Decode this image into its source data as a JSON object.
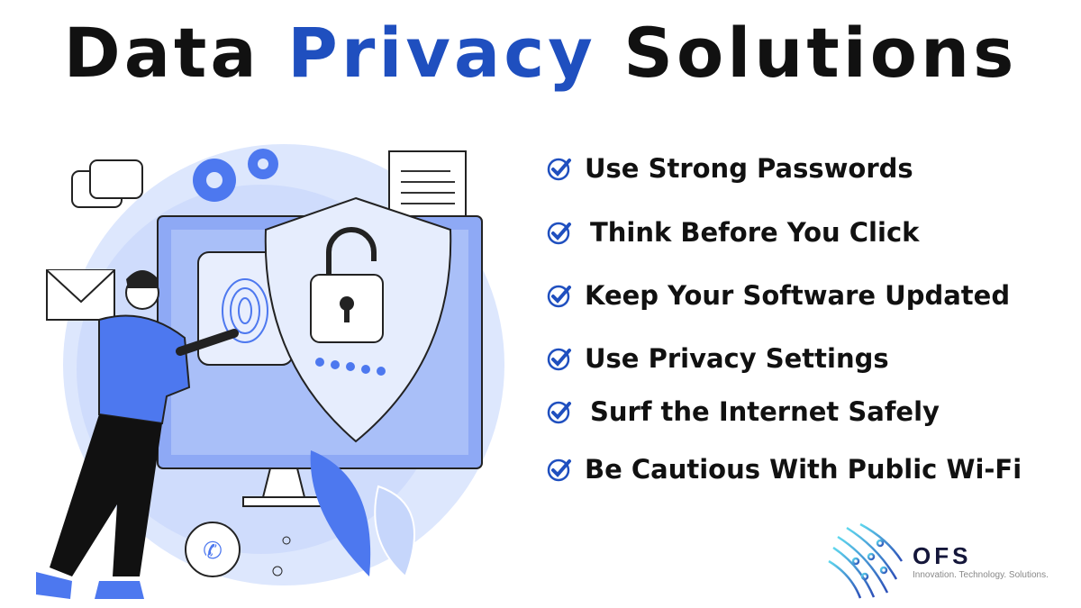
{
  "title": {
    "part1": "Data",
    "part2": "Privacy",
    "part3": "Solutions"
  },
  "tips": [
    "Use Strong Passwords",
    "Think Before You Click",
    "Keep Your Software Updated",
    "Use Privacy Settings",
    "Surf the Internet Safely",
    "Be Cautious With Public Wi-Fi"
  ],
  "logo": {
    "name": "OFS",
    "tagline": "Innovation. Technology. Solutions."
  },
  "colors": {
    "accent": "#1f4fbf",
    "light": "#cfdcfb",
    "mid": "#5b7ef0"
  }
}
